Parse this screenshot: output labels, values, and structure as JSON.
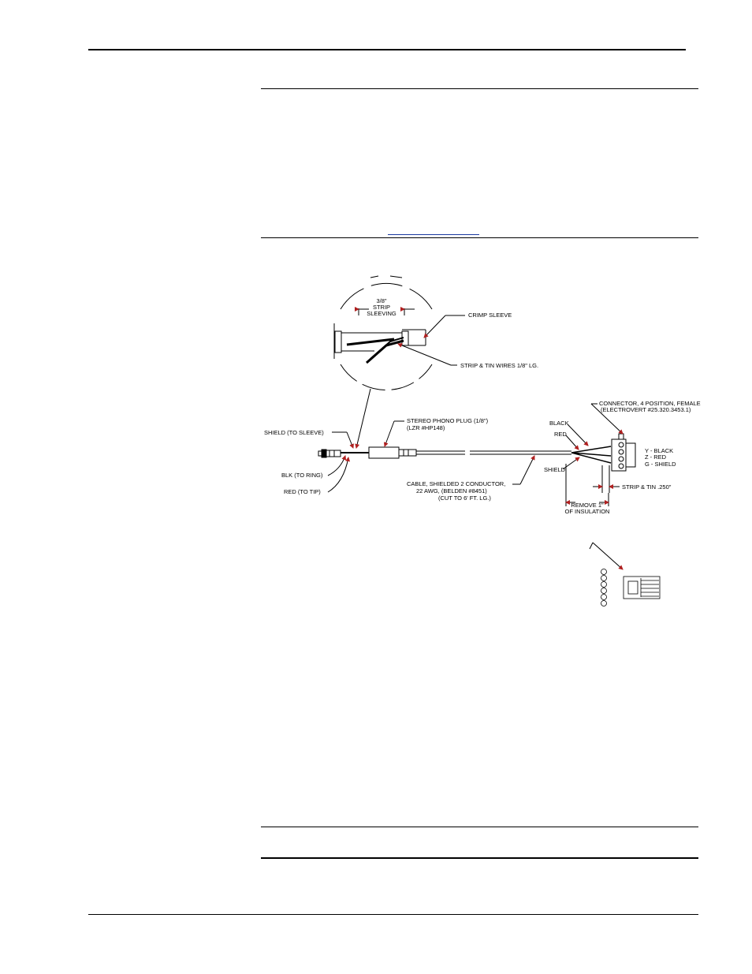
{
  "detail": {
    "strip_sleeving": [
      "3/8\"",
      "STRIP",
      "SLEEVING"
    ],
    "crimp_sleeve": "CRIMP SLEEVE",
    "strip_tin_wires": "STRIP & TIN WIRES 1/8\" LG."
  },
  "plug": {
    "shield": "SHIELD (TO SLEEVE)",
    "blk": "BLK (TO RING)",
    "red": "RED (TO TIP)",
    "stereo_plug": [
      "STEREO PHONO PLUG (1/8\")",
      "(LZR #HP148)"
    ]
  },
  "cable": {
    "label": [
      "CABLE, SHIELDED 2 CONDUCTOR,",
      "22 AWG, (BELDEN #8451)",
      "(CUT TO 6' FT. LG.)"
    ]
  },
  "connector": {
    "title": [
      "CONNECTOR, 4 POSITION, FEMALE",
      "(ELECTROVERT #25.320.3453.1)"
    ],
    "black": "BLACK",
    "red": "RED",
    "shield": "SHIELD",
    "pins": [
      "Y  -  BLACK",
      "Z  -  RED",
      "G  -  SHIELD"
    ],
    "strip_tin": "STRIP & TIN .250\"",
    "remove": [
      "REMOVE 1\"",
      "OF INSULATION"
    ]
  }
}
